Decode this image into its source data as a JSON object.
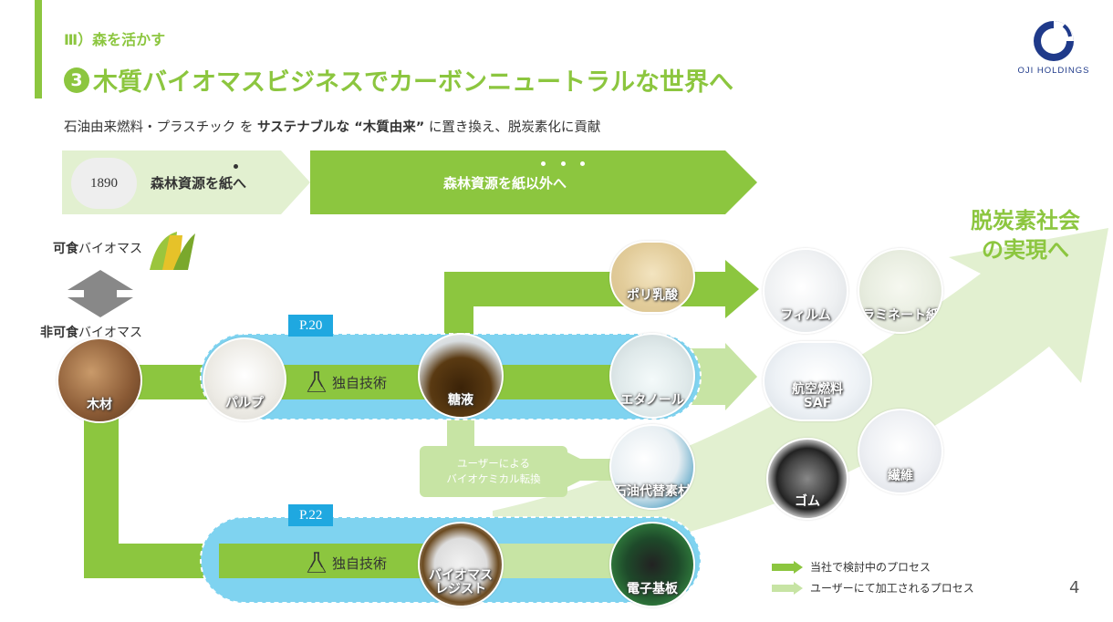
{
  "header": {
    "section": "Ⅲ）森を活かす",
    "title_number": "❸",
    "title_number_glyph": "3",
    "title": "木質バイオマスビジネスでカーボンニュートラルな世界へ",
    "subtitle_part1": "石油由来燃料・プラスチック を ",
    "subtitle_bold1": "サステナブルな",
    "subtitle_bold2": " “木質由来”",
    "subtitle_part2": " に置き換え、脱炭素化に貢献"
  },
  "logo": {
    "text": "OJI HOLDINGS",
    "color": "#1f3a8a"
  },
  "timeline": {
    "year": "1890",
    "era1": "森林資源を紙へ",
    "era2": "森林資源を紙以外へ"
  },
  "goal": {
    "line1": "脱炭素社会",
    "line2": "の実現へ"
  },
  "biomass": {
    "edible_bold": "可食",
    "edible_rest": "バイオマス",
    "nonedible_bold": "非可食",
    "nonedible_rest": "バイオマス"
  },
  "nodes": {
    "wood": "木材",
    "pulp": "パルプ",
    "sugar": "糖液",
    "ethanol": "エタノール",
    "polylactic": "ポリ乳酸",
    "petro_sub": "石油代替素材",
    "resist_line1": "バイオマス",
    "resist_line2": "レジスト",
    "pcb": "電子基板"
  },
  "outputs": {
    "film": "フィルム",
    "laminate": "ラミネート紙",
    "saf_line1": "航空燃料",
    "saf_line2": "SAF",
    "rubber": "ゴム",
    "fiber": "繊維"
  },
  "flows": {
    "page_ref_upper": "P.20",
    "page_ref_lower": "P.22",
    "tech_upper": "独自技術",
    "tech_lower": "独自技術",
    "user_box_line1": "ユーザーによる",
    "user_box_line2": "バイオケミカル転換"
  },
  "legend": {
    "in_house": "当社で検討中のプロセス",
    "by_user": "ユーザーにて加工されるプロセス"
  },
  "page_number": "4",
  "colors": {
    "green": "#8cc63f",
    "light_green": "#c7e4a4",
    "pale_green": "#e2f0d0",
    "blue_pill": "#7fd3f0",
    "blue_tag": "#1fa8e0",
    "navy": "#1f3a8a"
  }
}
